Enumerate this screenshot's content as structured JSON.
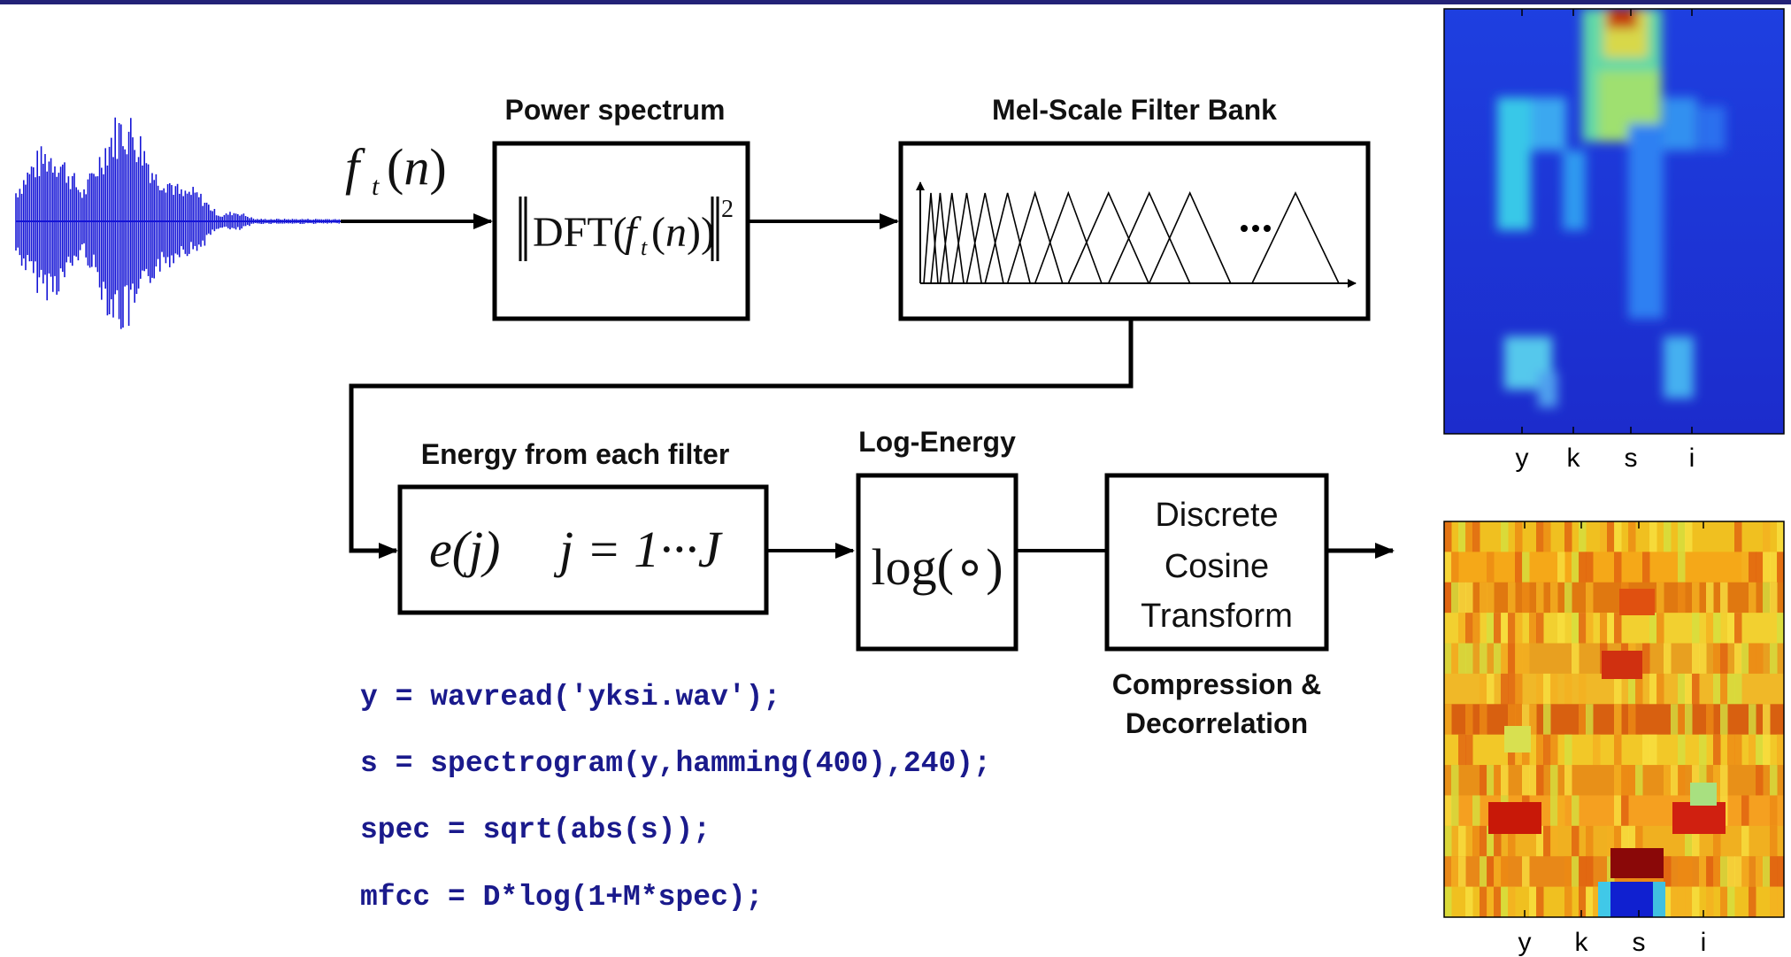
{
  "diagram": {
    "input_signal": "f_t(n)",
    "blocks": {
      "power": {
        "caption": "Power spectrum",
        "formula": "||DFT(f_t(n))||^2"
      },
      "mel": {
        "caption": "Mel-Scale Filter Bank"
      },
      "energy": {
        "caption": "Energy from each filter",
        "formula_e": "e(j)",
        "formula_j": "j = 1···J"
      },
      "log": {
        "caption": "Log-Energy",
        "formula": "log(∘)"
      },
      "dct": {
        "line1": "Discrete",
        "line2": "Cosine",
        "line3": "Transform",
        "caption1": "Compression &",
        "caption2": "Decorrelation"
      }
    }
  },
  "code": [
    "y = wavread('yksi.wav');",
    "s = spectrogram(y,hamming(400),240);",
    "spec = sqrt(abs(s));",
    "mfcc = D*log(1+M*spec);"
  ],
  "spectrogram": {
    "xticks": [
      "y",
      "k",
      "s",
      "i"
    ]
  },
  "mfcc_image": {
    "xticks": [
      "y",
      "k",
      "s",
      "i"
    ]
  },
  "colors": {
    "wave": "#1515d6",
    "code": "#1a1a8c",
    "topbar": "#232277"
  }
}
